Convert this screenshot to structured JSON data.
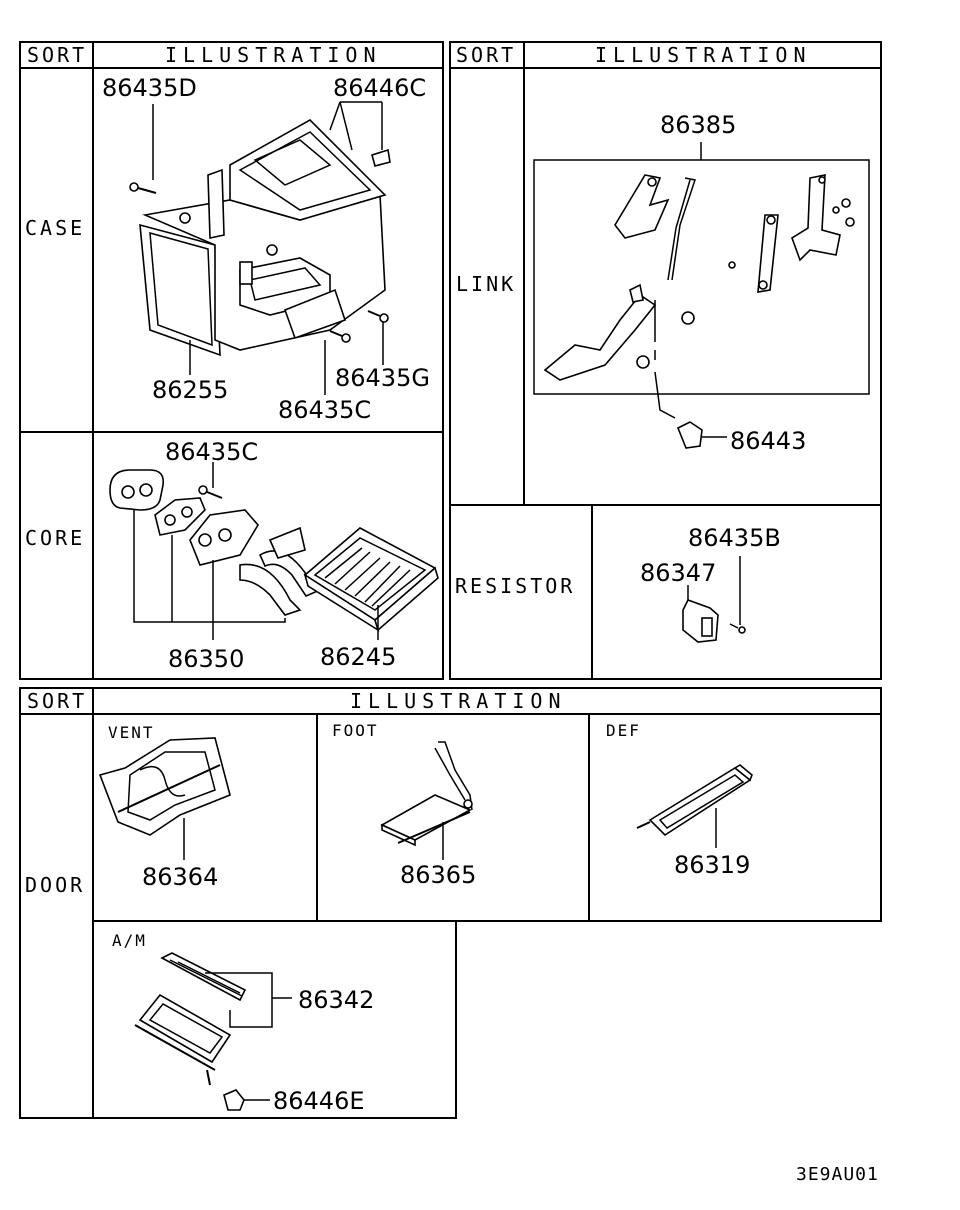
{
  "headers": {
    "sort": "SORT",
    "illustration": "ILLUSTRATION"
  },
  "sections": {
    "case": "CASE",
    "core": "CORE",
    "link": "LINK",
    "resistor": "RESISTOR",
    "door": "DOOR"
  },
  "door_subpanels": {
    "vent": "VENT",
    "foot": "FOOT",
    "def": "DEF",
    "am": "A/M"
  },
  "parts": {
    "case": [
      "86435D",
      "86446C",
      "86255",
      "86435G",
      "86435C"
    ],
    "core": [
      "86435C",
      "86350",
      "86245"
    ],
    "link": [
      "86385",
      "86443"
    ],
    "resistor": [
      "86435B",
      "86347"
    ],
    "door_vent": "86364",
    "door_foot": "86365",
    "door_def": "86319",
    "door_am": [
      "86342",
      "86446E"
    ]
  },
  "diagram_code": "3E9AU01"
}
